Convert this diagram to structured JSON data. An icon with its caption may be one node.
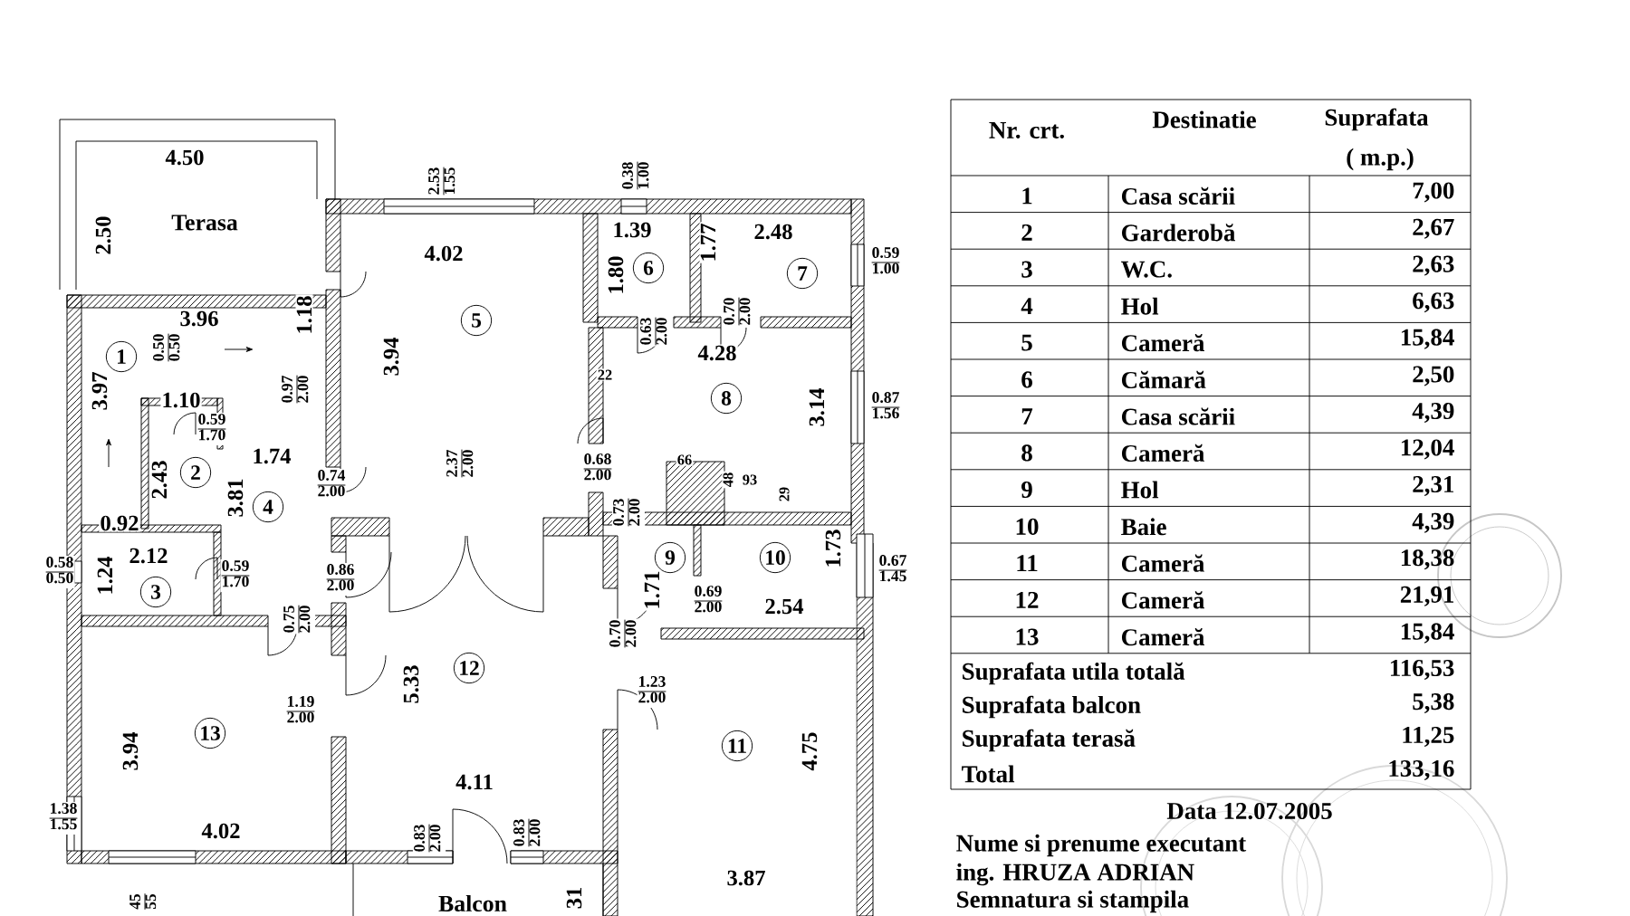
{
  "diagram": {
    "nodes": [
      {
        "text": [
          "1"
        ]
      },
      {
        "text": [
          "2"
        ]
      },
      {
        "text": [
          "3"
        ]
      },
      {
        "text": [
          "4"
        ]
      },
      {
        "text": [
          "5"
        ]
      },
      {
        "text": [
          "6"
        ]
      },
      {
        "text": [
          "7"
        ]
      },
      {
        "text": [
          "8"
        ]
      },
      {
        "text": [
          "9"
        ]
      },
      {
        "text": [
          "10"
        ]
      },
      {
        "text": [
          "11"
        ]
      },
      {
        "text": [
          "12"
        ]
      },
      {
        "text": [
          "13"
        ]
      }
    ],
    "labels": [
      "4.50",
      "2.50",
      "Terasa",
      "2.53",
      "1.55",
      "0.38",
      "1.00",
      "4.02",
      "1.39",
      "2.48",
      "1.80",
      "1.77",
      "0.59",
      "1.00",
      "3.96",
      "0.50",
      "0.50",
      "1.18",
      "0.63",
      "2.00",
      "0.70",
      "2.00",
      "4.28",
      "3.94",
      "22",
      "3.97",
      "1.10",
      "0.97",
      "2.00",
      "3.14",
      "0.87",
      "1.56",
      "0.59",
      "1.70",
      "2.37",
      "2.00",
      "1.74",
      "0.68",
      "2.00",
      "66",
      "2.43",
      "0.74",
      "2.00",
      "48",
      "93",
      "29",
      "3.81",
      "0.73",
      "2.00",
      "0.92",
      "1.73",
      "2.12",
      "0.58",
      "0.50",
      "0.67",
      "1.45",
      "1.24",
      "0.59",
      "1.70",
      "0.86",
      "2.00",
      "1.71",
      "0.69",
      "2.00",
      "2.54",
      "0.75",
      "2.00",
      "0.70",
      "2.00",
      "5.33",
      "1.19",
      "2.00",
      "1.23",
      "2.00",
      "3.94",
      "4.75",
      "4.11",
      "1.38",
      "1.55",
      "4.02",
      "0.83",
      "2.00",
      "0.83",
      "2.00",
      "3.87",
      "45",
      "55",
      "Balcon",
      "31",
      "Nr. crt.",
      "Destinatie",
      "Suprafata",
      "( m.p.)",
      "1",
      "Casa scării",
      "7,00",
      "2",
      "Garderobă",
      "2,67",
      "3",
      "W.C.",
      "2,63",
      "4",
      "Hol",
      "6,63",
      "5",
      "Cameră",
      "15,84",
      "6",
      "Cămară",
      "2,50",
      "7",
      "Casa scării",
      "4,39",
      "8",
      "Cameră",
      "12,04",
      "9",
      "Hol",
      "2,31",
      "10",
      "Baie",
      "4,39",
      "11",
      "Cameră",
      "18,38",
      "12",
      "Cameră",
      "21,91",
      "13",
      "Cameră",
      "15,84",
      "Suprafata utila totală",
      "116,53",
      "Suprafata balcon",
      "5,38",
      "Suprafata terasă",
      "11,25",
      "Total",
      "133,16",
      "Data 12.07.2005",
      "Nume si prenume executant",
      "ing. HRUZA ADRIAN",
      "Semnatura si stampila"
    ]
  }
}
